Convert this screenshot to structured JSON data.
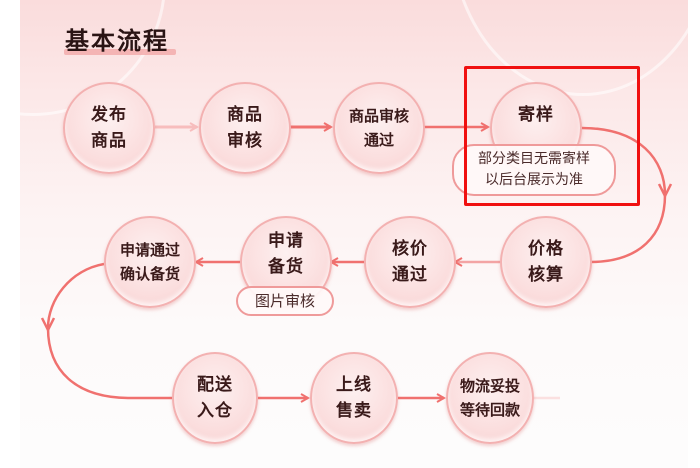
{
  "title": "基本流程",
  "colors": {
    "connector": "#f0716f",
    "connector_faded": "#f7bdbd",
    "node_fill": "#fbdede",
    "node_border": "#f3b1b1",
    "text": "#3a1a1a",
    "highlight_box": "#f01010"
  },
  "flow": {
    "row1": [
      {
        "id": "publish",
        "label": "发布\n商品"
      },
      {
        "id": "review",
        "label": "商品\n审核"
      },
      {
        "id": "review_passed",
        "label": "商品审核\n通过"
      },
      {
        "id": "send_sample",
        "label": "寄样",
        "note": "部分类目无需寄样\n以后台展示为准"
      }
    ],
    "row2": [
      {
        "id": "price_check",
        "label": "价格\n核算"
      },
      {
        "id": "price_passed",
        "label": "核价\n通过"
      },
      {
        "id": "apply_stock",
        "label": "申请\n备货",
        "note": "图片审核"
      },
      {
        "id": "confirm_stock",
        "label": "申请通过\n确认备货"
      }
    ],
    "row3": [
      {
        "id": "deliver",
        "label": "配送\n入仓"
      },
      {
        "id": "on_sale",
        "label": "上线\n售卖"
      },
      {
        "id": "payment",
        "label": "物流妥投\n等待回款"
      }
    ]
  },
  "highlight": {
    "target": "send_sample"
  }
}
